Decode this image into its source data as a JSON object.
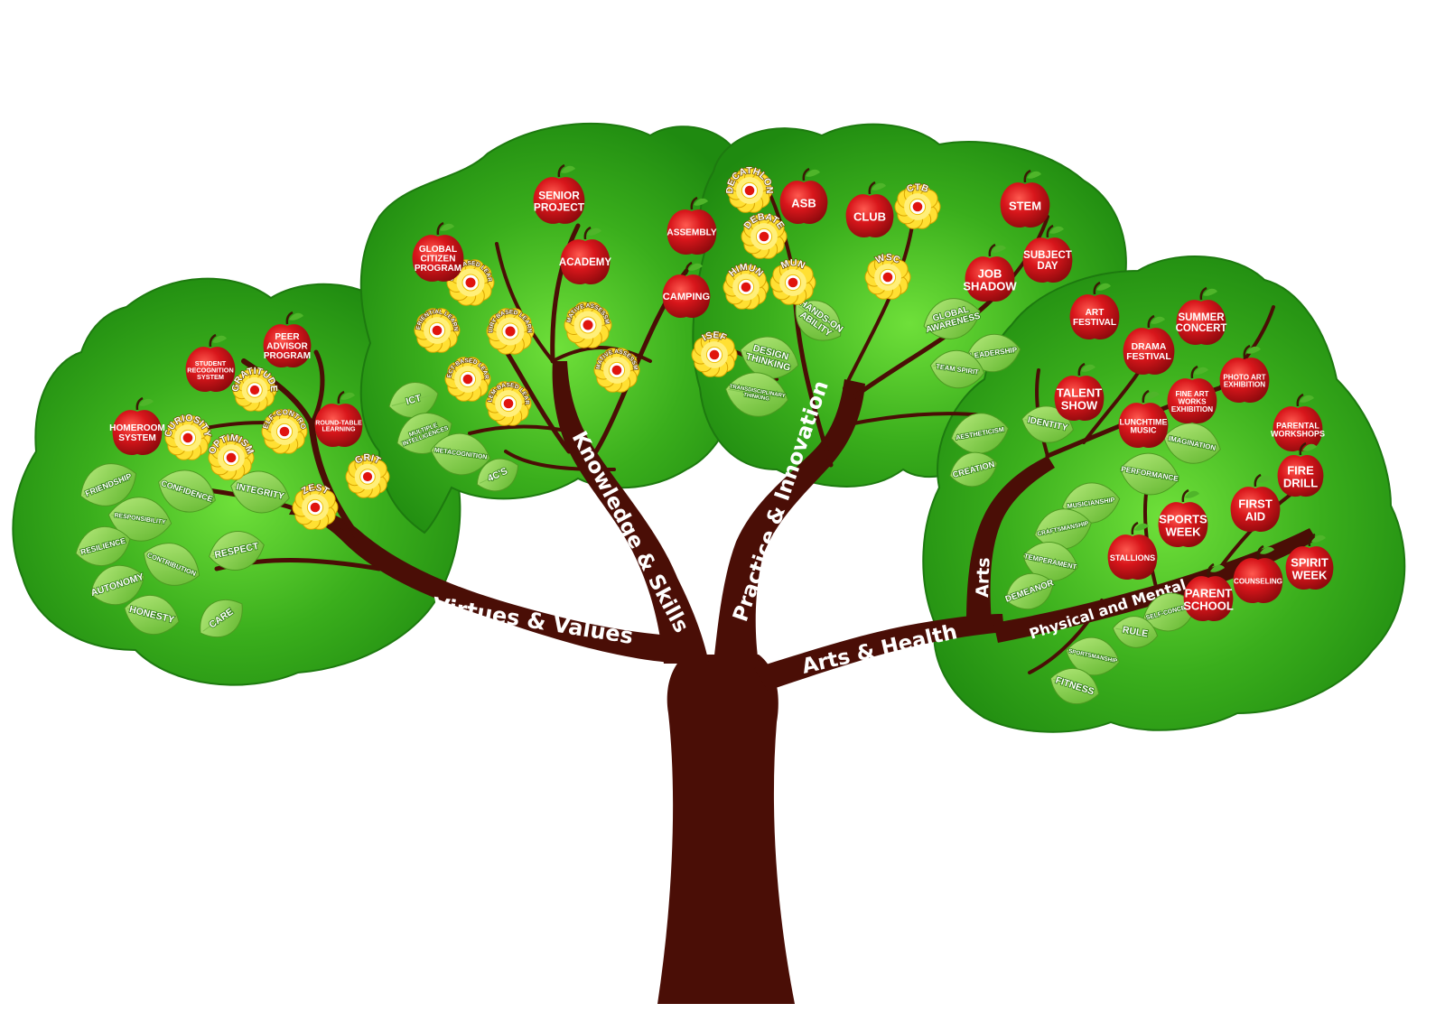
{
  "colors": {
    "canopy": "#2e9a16",
    "canopy_light": "#5fd02e",
    "trunk": "#4a0e06",
    "apple": "#d0141a",
    "leaf": "#8ed45a",
    "flower_petal": "#ffe033",
    "flower_center": "#e0140e"
  },
  "branches": {
    "virtues": "Virtues & Values",
    "knowledge": "Knowledge & Skills",
    "practice": "Practice & Innovation",
    "arts_health": "Arts & Health",
    "arts": "Arts",
    "physical": "Physical and Mental"
  },
  "apples": [
    {
      "lines": [
        "PEER",
        "ADVISOR",
        "PROGRAM"
      ]
    },
    {
      "lines": [
        "STUDENT",
        "RECOGNITION",
        "SYSTEM"
      ]
    },
    {
      "lines": [
        "HOMEROOM",
        "SYSTEM"
      ]
    },
    {
      "lines": [
        "ROUND-TABLE",
        "LEARNING"
      ]
    },
    {
      "lines": [
        "SENIOR",
        "PROJECT"
      ]
    },
    {
      "lines": [
        "GLOBAL",
        "CITIZEN",
        "PROGRAM"
      ]
    },
    {
      "lines": [
        "ACADEMY"
      ]
    },
    {
      "lines": [
        "ASSEMBLY"
      ]
    },
    {
      "lines": [
        "CAMPING"
      ]
    },
    {
      "lines": [
        "ASB"
      ]
    },
    {
      "lines": [
        "CLUB"
      ]
    },
    {
      "lines": [
        "STEM"
      ]
    },
    {
      "lines": [
        "SUBJECT",
        "DAY"
      ]
    },
    {
      "lines": [
        "JOB",
        "SHADOW"
      ]
    },
    {
      "lines": [
        "ART",
        "FESTIVAL"
      ]
    },
    {
      "lines": [
        "SUMMER",
        "CONCERT"
      ]
    },
    {
      "lines": [
        "DRAMA",
        "FESTIVAL"
      ]
    },
    {
      "lines": [
        "PHOTO ART",
        "EXHIBITION"
      ]
    },
    {
      "lines": [
        "TALENT",
        "SHOW"
      ]
    },
    {
      "lines": [
        "FINE ART",
        "WORKS",
        "EXHIBITION"
      ]
    },
    {
      "lines": [
        "LUNCHTIME",
        "MUSIC"
      ]
    },
    {
      "lines": [
        "PARENTAL",
        "WORKSHOPS"
      ]
    },
    {
      "lines": [
        "FIRE",
        "DRILL"
      ]
    },
    {
      "lines": [
        "FIRST",
        "AID"
      ]
    },
    {
      "lines": [
        "SPORTS",
        "WEEK"
      ]
    },
    {
      "lines": [
        "STALLIONS"
      ]
    },
    {
      "lines": [
        "SPIRIT",
        "WEEK"
      ]
    },
    {
      "lines": [
        "COUNSELING"
      ]
    },
    {
      "lines": [
        "PARENT",
        "SCHOOL"
      ]
    }
  ],
  "flowers": [
    {
      "label": "GRATITUDE"
    },
    {
      "label": "CURIOSITY"
    },
    {
      "label": "SELF-CONTROL"
    },
    {
      "label": "OPTIMISM"
    },
    {
      "label": "GRIT"
    },
    {
      "label": "ZEST"
    },
    {
      "label": "LECTURE-BASED LEARNING"
    },
    {
      "label": "EXPERIENTIAL LEARNING"
    },
    {
      "label": "INQUIRY-BASED LEARNING"
    },
    {
      "label": "SUMMATIVE ASSESSMENT"
    },
    {
      "label": "PROJECT-BASED LEARNING"
    },
    {
      "label": "PROBLEM-BASED LEARNING"
    },
    {
      "label": "FORMATIVE ASSESSMENT"
    },
    {
      "label": "DECATHLON"
    },
    {
      "label": "DEBATE"
    },
    {
      "label": "CTB"
    },
    {
      "label": "HIMUN"
    },
    {
      "label": "MUN"
    },
    {
      "label": "WSC"
    },
    {
      "label": "ISEF"
    }
  ],
  "leaves": [
    {
      "label": "FRIENDSHIP"
    },
    {
      "label": "CONFIDENCE"
    },
    {
      "label": "RESPONSIBILITY"
    },
    {
      "label": "INTEGRITY"
    },
    {
      "label": "RESILIENCE"
    },
    {
      "label": "CONTRIBUTION"
    },
    {
      "label": "RESPECT"
    },
    {
      "label": "AUTONOMY"
    },
    {
      "label": "HONESTY"
    },
    {
      "label": "CARE"
    },
    {
      "label": "ICT"
    },
    {
      "label": "MULTIPLE INTELLIGENCES"
    },
    {
      "label": "METACOGNITION"
    },
    {
      "label": "4C'S"
    },
    {
      "label": "HANDS-ON ABILITY"
    },
    {
      "label": "DESIGN THINKING"
    },
    {
      "label": "TRANSDISCIPLINARY THINKING"
    },
    {
      "label": "GLOBAL AWARENESS"
    },
    {
      "label": "LEADERSHIP"
    },
    {
      "label": "TEAM SPIRIT"
    },
    {
      "label": "AESTHETICISM"
    },
    {
      "label": "IDENTITY"
    },
    {
      "label": "CREATION"
    },
    {
      "label": "IMAGINATION"
    },
    {
      "label": "PERFORMANCE"
    },
    {
      "label": "MUSICIANSHIP"
    },
    {
      "label": "CRAFTSMANSHIP"
    },
    {
      "label": "TEMPERAMENT"
    },
    {
      "label": "DEMEANOR"
    },
    {
      "label": "SELF-CONCEPT"
    },
    {
      "label": "RULE"
    },
    {
      "label": "SPORTSMANSHIP"
    },
    {
      "label": "FITNESS"
    }
  ]
}
